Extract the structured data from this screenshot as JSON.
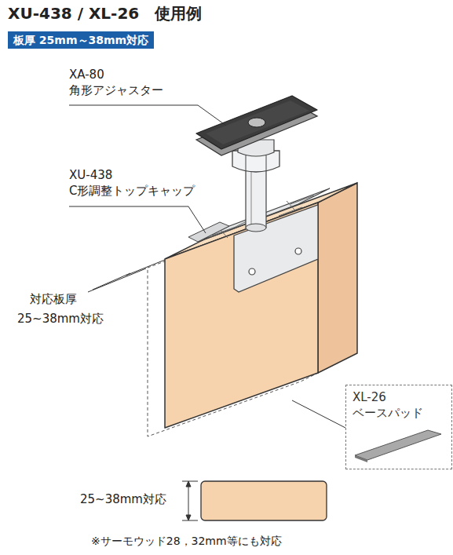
{
  "diagram": {
    "title": "XU-438 / XL-26　使用例",
    "nodes": [
      {
        "text": [
          "板厚 25mm～38mm対応"
        ]
      },
      {
        "text": [
          "XL-26 ベースパッド"
        ]
      }
    ],
    "labels": [
      "XA-80 角形アジャスター",
      "XU-438 C形調整トップキャップ",
      "対応板厚",
      "25~38mm対応",
      "25~38mm対応",
      "※サーモウッド28，32mm等にも対応"
    ]
  }
}
